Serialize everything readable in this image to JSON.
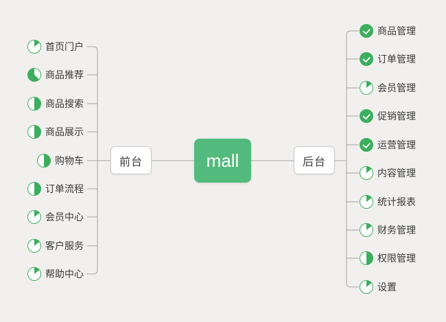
{
  "colors": {
    "bg": "#f1f0ee",
    "green": "#52ba7c",
    "icon-green": "#3cae5e",
    "line": "#a3a3a3",
    "node-border": "#c9c9c9",
    "text": "#3a3a3a"
  },
  "center": {
    "label": "mall"
  },
  "branches": {
    "left": {
      "node": {
        "label": "前台"
      },
      "items": [
        {
          "label": "首页门户",
          "icon": "progress-1-8"
        },
        {
          "label": "商品推荐",
          "icon": "progress-5-8"
        },
        {
          "label": "商品搜索",
          "icon": "progress-1-2"
        },
        {
          "label": "商品展示",
          "icon": "progress-1-2"
        },
        {
          "label": "购物车",
          "icon": "progress-1-2"
        },
        {
          "label": "订单流程",
          "icon": "progress-1-2"
        },
        {
          "label": "会员中心",
          "icon": "progress-1-8"
        },
        {
          "label": "客户服务",
          "icon": "progress-1-8"
        },
        {
          "label": "帮助中心",
          "icon": "progress-1-8"
        }
      ]
    },
    "right": {
      "node": {
        "label": "后台"
      },
      "items": [
        {
          "label": "商品管理",
          "icon": "progress-done"
        },
        {
          "label": "订单管理",
          "icon": "progress-done"
        },
        {
          "label": "会员管理",
          "icon": "progress-1-8"
        },
        {
          "label": "促销管理",
          "icon": "progress-done"
        },
        {
          "label": "运营管理",
          "icon": "progress-done"
        },
        {
          "label": "内容管理",
          "icon": "progress-1-8"
        },
        {
          "label": "统计报表",
          "icon": "progress-1-8"
        },
        {
          "label": "财务管理",
          "icon": "progress-1-8"
        },
        {
          "label": "权限管理",
          "icon": "progress-1-2"
        },
        {
          "label": "设置",
          "icon": "progress-1-8"
        }
      ]
    }
  }
}
